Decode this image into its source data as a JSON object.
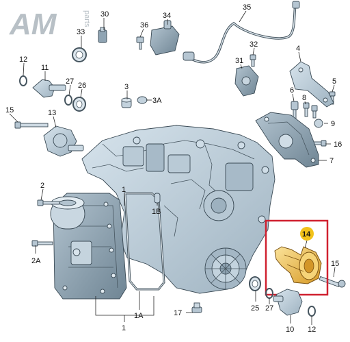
{
  "logo": {
    "brand": "AM",
    "suffix": "parts"
  },
  "highlight_color": "#d0202f",
  "highlight_label_color": "#f2c21a",
  "highlighted_part": "14",
  "callouts": {
    "c1": "1",
    "c1A": "1A",
    "c1B": "1B",
    "c2": "2",
    "c2A": "2A",
    "c3": "3",
    "c3A": "3A",
    "c4": "4",
    "c5": "5",
    "c6": "6",
    "c7": "7",
    "c8": "8",
    "c9": "9",
    "c10": "10",
    "c11": "11",
    "c12a": "12",
    "c12b": "12",
    "c13": "13",
    "c14": "14",
    "c15a": "15",
    "c15b": "15",
    "c16": "16",
    "c17": "17",
    "c25": "25",
    "c26": "26",
    "c27a": "27",
    "c27b": "27",
    "c30": "30",
    "c31": "31",
    "c32": "32",
    "c33": "33",
    "c34": "34",
    "c35": "35",
    "c36": "36"
  }
}
